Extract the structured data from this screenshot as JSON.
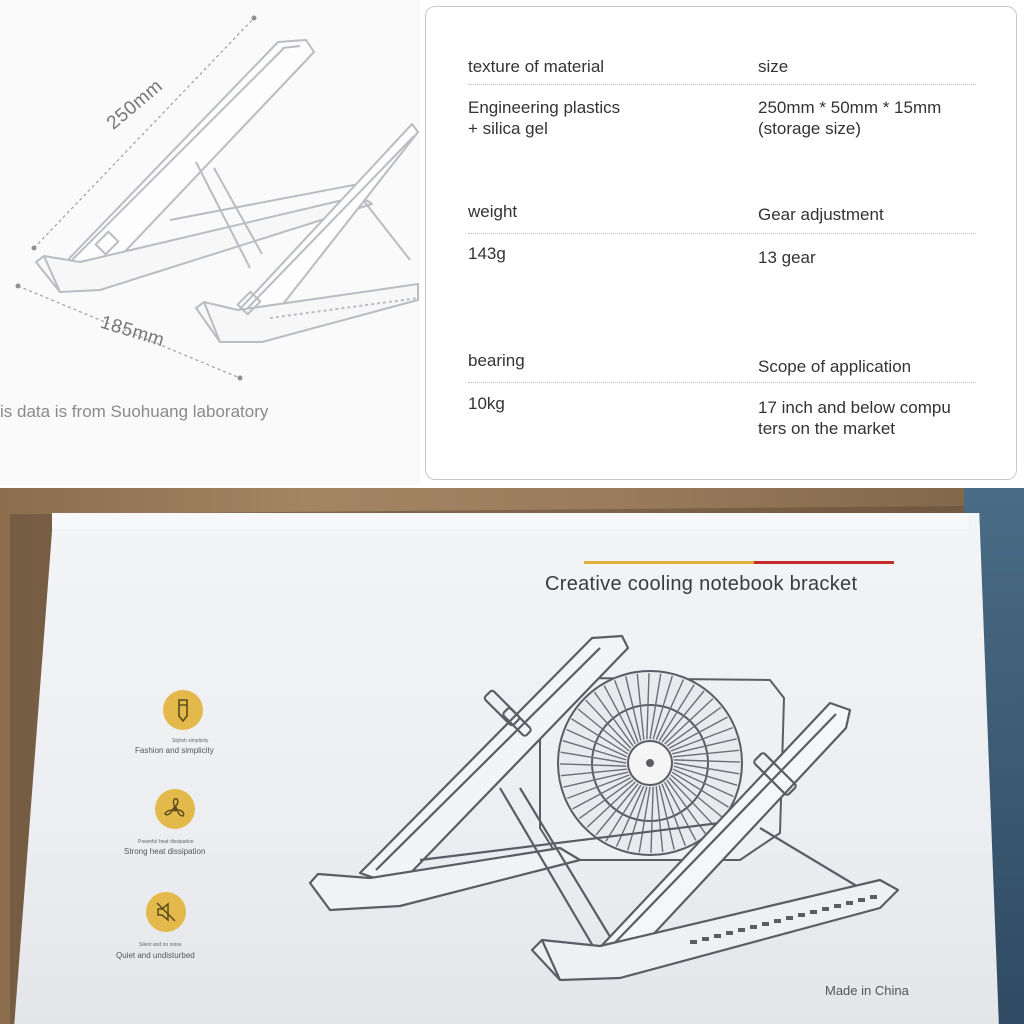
{
  "diagram": {
    "dim_long": "250mm",
    "dim_short": "185mm",
    "source_note": "is data is from Suohuang laboratory"
  },
  "specs": {
    "texture_label": "texture of material",
    "texture_value_1": "Engineering plastics",
    "texture_value_2": "+ silica gel",
    "size_label": "size",
    "size_value_1": "250mm * 50mm * 15mm",
    "size_value_2": "(storage size)",
    "weight_label": "weight",
    "weight_value": "143g",
    "gear_label": "Gear adjustment",
    "gear_value": "13 gear",
    "bearing_label": "bearing",
    "bearing_value": "10kg",
    "scope_label": "Scope of application",
    "scope_value_1": "17 inch and below compu",
    "scope_value_2": "ters on the market"
  },
  "box": {
    "title": "Creative cooling notebook bracket",
    "made_in": "Made in China",
    "features": [
      {
        "icon": "pencil-icon",
        "small": "Stylish simplicity",
        "label": "Fashion and simplicity"
      },
      {
        "icon": "fan-icon",
        "small": "Powerful heat dissipation",
        "label": "Strong heat dissipation"
      },
      {
        "icon": "mute-icon",
        "small": "Silent and no noise",
        "label": "Quiet and undisturbed"
      }
    ]
  },
  "colors": {
    "accent_gold": "#e4b94b",
    "accent_red": "#c62b2b"
  }
}
